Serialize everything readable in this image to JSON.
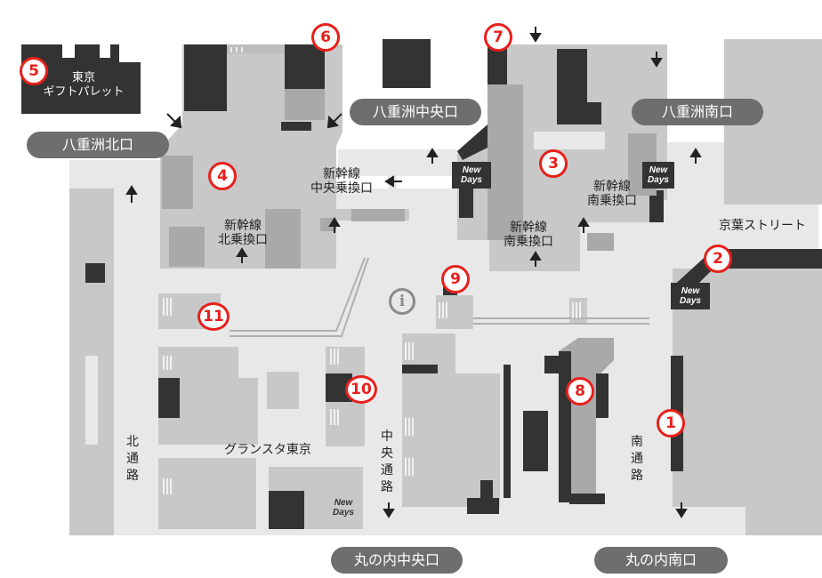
{
  "exits": {
    "yaesu_north": "八重洲北口",
    "yaesu_central": "八重洲中央口",
    "yaesu_south": "八重洲南口",
    "marunouchi_central": "丸の内中央口",
    "marunouchi_south": "丸の内南口"
  },
  "areas": {
    "keiyo_street": "京葉ストリート",
    "gransta": "グランスタ東京",
    "tokyo_gift_palette": [
      "東京",
      "ギフトパレット"
    ],
    "north_passage": "北通路",
    "central_passage": "中央通路",
    "south_passage": "南通路"
  },
  "transfer_gates": {
    "central": [
      "新幹線",
      "中央乗換口"
    ],
    "north": [
      "新幹線",
      "北乗換口"
    ],
    "south_a": [
      "新幹線",
      "南乗換口"
    ],
    "south_b": [
      "新幹線",
      "南乗換口"
    ]
  },
  "markers": [
    "1",
    "2",
    "3",
    "4",
    "5",
    "6",
    "7",
    "8",
    "9",
    "10",
    "11"
  ],
  "newdays": [
    "New",
    "Days"
  ],
  "info_symbol": "i",
  "colors": {
    "marker_red": "#e8201c",
    "pill_gray": "#6e6e6e",
    "floor_light": "#e8e8e8",
    "zone_mid": "#c8c8c8",
    "zone_dark": "#a9a9a9",
    "block_black": "#333333"
  },
  "icons": {
    "info": "info-icon",
    "arrow": "direction-arrow-icon",
    "store": "newdays-store-icon"
  }
}
